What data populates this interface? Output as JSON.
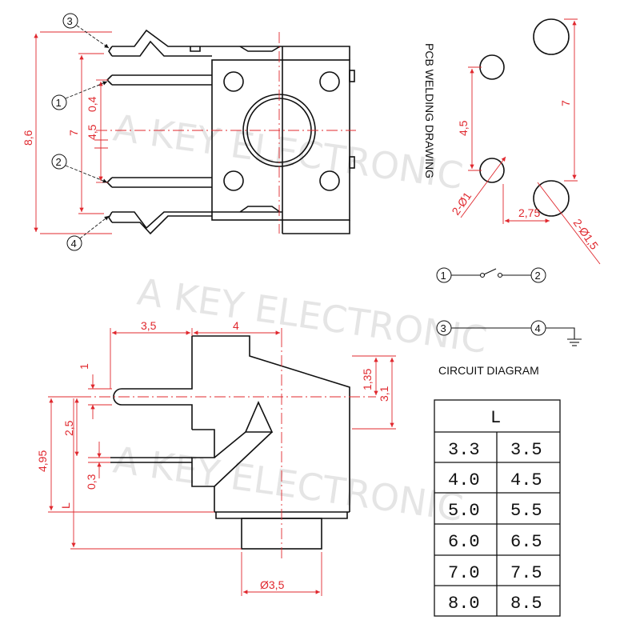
{
  "colors": {
    "line": "#111111",
    "dim": "#e0282e",
    "center": "#e0282e",
    "watermark": "#cfcfcf"
  },
  "watermark": "A KEY ELECTRONIC",
  "top_view": {
    "pin_labels": [
      "1",
      "2",
      "3",
      "4"
    ],
    "dims": {
      "d8_6": "8,6",
      "d7": "7",
      "d0_4": "0,4",
      "d4_5": "4,5"
    }
  },
  "pcb": {
    "title": "PCB  WELDING DRAWING",
    "dims": {
      "d4_5": "4,5",
      "d7": "7",
      "d2_75": "2,75",
      "hole_small": "2-Ø1",
      "hole_large": "2-Ø1,5"
    }
  },
  "circuit": {
    "title": "CIRCUIT DIAGRAM",
    "pins": [
      "1",
      "2",
      "3",
      "4"
    ]
  },
  "side_view": {
    "dims": {
      "d3_5": "3,5",
      "d4": "4",
      "d1": "1",
      "d1_35": "1,35",
      "d3_1": "3,1",
      "d2_5": "2,5",
      "d4_95": "4,95",
      "d0_3": "0,3",
      "L": "L",
      "dia3_5": "Ø3,5"
    }
  },
  "table": {
    "header": "L",
    "rows": [
      [
        "3.3",
        "3.5"
      ],
      [
        "4.0",
        "4.5"
      ],
      [
        "5.0",
        "5.5"
      ],
      [
        "6.0",
        "6.5"
      ],
      [
        "7.0",
        "7.5"
      ],
      [
        "8.0",
        "8.5"
      ]
    ]
  }
}
